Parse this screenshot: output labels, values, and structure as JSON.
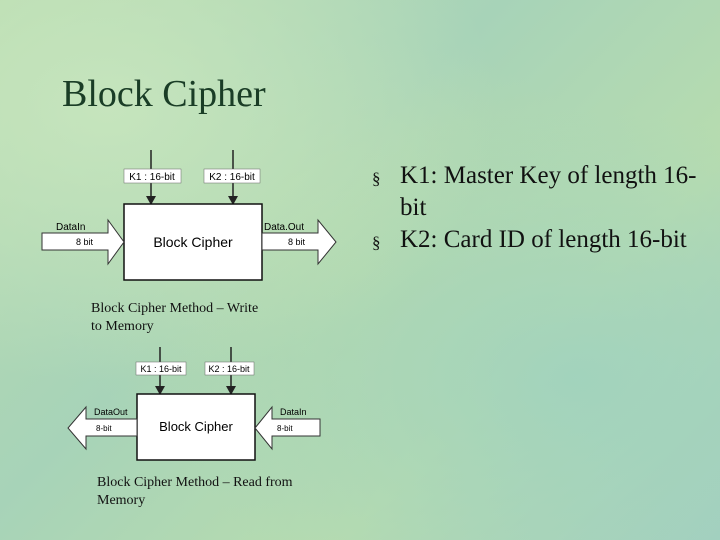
{
  "slide": {
    "title": "Block Cipher"
  },
  "bullets": [
    {
      "text": "K1: Master Key of length 16-bit"
    },
    {
      "text": "K2: Card ID of length 16-bit"
    }
  ],
  "diagram_write": {
    "k1_label": "K1 : 16-bit",
    "k2_label": "K2 : 16-bit",
    "block_label": "Block Cipher",
    "input_label": "DataIn",
    "input_width": "8 bit",
    "output_label": "Data.Out",
    "output_width": "8 bit",
    "caption": "Block Cipher Method – Write to Memory"
  },
  "diagram_read": {
    "k1_label": "K1 : 16-bit",
    "k2_label": "K2 : 16-bit",
    "block_label": "Block Cipher",
    "output_label": "DataOut",
    "output_width": "8-bit",
    "input_label": "DataIn",
    "input_width": "8-bit",
    "caption": "Block Cipher Method – Read from Memory"
  },
  "bullet_marker": "§"
}
